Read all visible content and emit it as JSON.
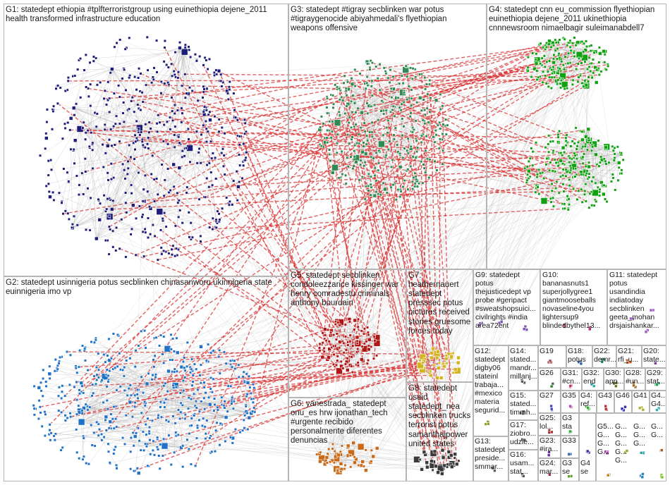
{
  "colors": {
    "G1": "#1e1e7a",
    "G2": "#1f72c8",
    "G3": "#2f8a54",
    "G4": "#11a211",
    "G5": "#b01616",
    "G6": "#c86a1a",
    "G7": "#d2b41e",
    "G8": "#3a3a3a",
    "inter_edge": "#d93030",
    "edge": "#9a9a9a",
    "node_outline": "#ffffff"
  },
  "groups": [
    {
      "id": "G1",
      "label": "G1: statedept ethiopia #tplfterroristgroup using euinethiopia dejene_2011\nhealth transformed infrastructure education"
    },
    {
      "id": "G2",
      "label": "G2: statedept usinnigeria potus secblinken chinasanworu ukinnigeria state\neuinnigeria imo vp"
    },
    {
      "id": "G3",
      "label": "G3: statedept #tigray secblinken war potus\n#tigraygenocide abiyahmedali's flyethiopian\nweapons offensive"
    },
    {
      "id": "G4",
      "label": "G4: statedept cnn eu_commission flyethiopian\neuinethiopia dejene_2011 ukinethiopia\ncnnnewsroom nimaelbagir suleimanabdell7"
    },
    {
      "id": "G5",
      "label": "G5: statedept secblinken\ncondoleezzarice kissinger war\nhenry comradestu criminals\nanthony bourdain"
    },
    {
      "id": "G6",
      "label": "G6: yanestrada_ statedept\nonu_es hrw ijonathan_tech\n#urgente recibido\npersonalmente diferentes\ndenuncias"
    },
    {
      "id": "G7",
      "label": "G7:\nheathernauert\nstatedept\npresssec potus\npictures received\nstories gruesome\nforces today"
    },
    {
      "id": "G8",
      "label": "G8: statedept\nusaid\nstatedept_nea\nsecblinken trucks\nterrorist potus\nsamanthajpower\nunited states"
    },
    {
      "id": "G9",
      "label": "G9: statedept\npotus\nthejusticedept vp\nprobe #geripact\n#sweatshopsuici...\ncivilrights #india\narea72ent"
    },
    {
      "id": "G10",
      "label": "G10:\nbananasnuts1\nsuperjollygree1\ngiantmooseballs\nnovaseline4you\nlightersup9\nblindedbythel13..."
    },
    {
      "id": "G11",
      "label": "G11: statedept\npotus\nusandindia\nindiatoday\nsecblinken\ngeeta_mohan\ndrsjaishankar..."
    },
    {
      "id": "G12",
      "label": "G12:\nstatedept\ndigby06\nstateinl\ntrabaja...\n#mexico\nmateria\nsegurid..."
    },
    {
      "id": "G13",
      "label": "G13:\nstatedept\npreside...\nsmmar..."
    },
    {
      "id": "G14",
      "label": "G14:\nstated...\nmandr...\nmillanj..."
    },
    {
      "id": "G15",
      "label": "G15:\nstated...\ntimmh..."
    },
    {
      "id": "G16",
      "label": "G16:\nusam...\nstat..."
    },
    {
      "id": "G17",
      "label": "G17:\nziobro...\nudzie..."
    },
    {
      "id": "G18",
      "label": "G18:\npotus"
    },
    {
      "id": "G19",
      "label": "G19"
    },
    {
      "id": "G20",
      "label": "G20:\nstate..."
    },
    {
      "id": "G21",
      "label": "G21:\nrfi_u..."
    },
    {
      "id": "G22",
      "label": "G22:\ndemr..."
    },
    {
      "id": "G23",
      "label": "G23:\n#ira..."
    },
    {
      "id": "G24",
      "label": "G24:\nmar..."
    },
    {
      "id": "G25",
      "label": "G25:\nlol..."
    },
    {
      "id": "G26",
      "label": "G26"
    },
    {
      "id": "G27",
      "label": "G27"
    },
    {
      "id": "G28",
      "label": "G28:\n#un..."
    },
    {
      "id": "G29",
      "label": "G29:\nstat..."
    },
    {
      "id": "G30",
      "label": "G30:\napp..."
    },
    {
      "id": "G31",
      "label": "G31:\n#cn..."
    },
    {
      "id": "G32",
      "label": "G32:\nend"
    },
    {
      "id": "G33",
      "label": "G33"
    },
    {
      "id": "G35",
      "label": "G35"
    },
    {
      "id": "G3a",
      "label": "G3\nsta"
    },
    {
      "id": "G3b",
      "label": "G3\nse"
    },
    {
      "id": "G4a",
      "label": "G4:\nref..."
    },
    {
      "id": "G4b",
      "label": "G4...\nG4..."
    },
    {
      "id": "G4c",
      "label": "G4\nse"
    },
    {
      "id": "G43",
      "label": "G43"
    },
    {
      "id": "G46",
      "label": "G46"
    },
    {
      "id": "G41",
      "label": "G41"
    },
    {
      "id": "G5a",
      "label": "G5...\nG...\nG...\nG..."
    },
    {
      "id": "G5b",
      "label": "G...\nG...\nG...\nG...\nG..."
    },
    {
      "id": "Gx",
      "label": "G...\nG...\nG..."
    },
    {
      "id": "Gy",
      "label": "G...\nG..."
    }
  ]
}
